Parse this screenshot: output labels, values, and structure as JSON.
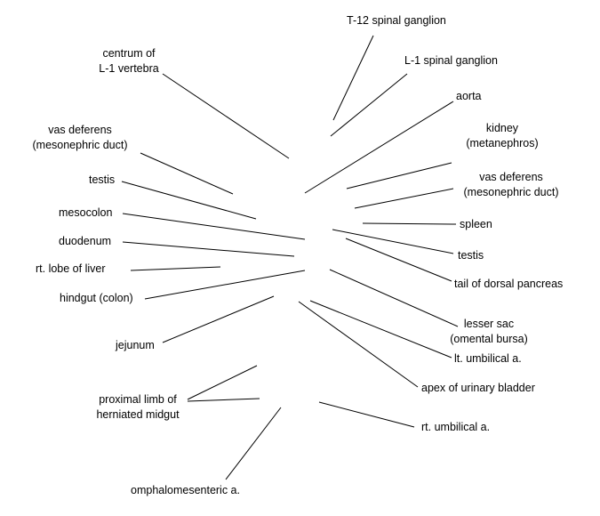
{
  "diagram": {
    "labels": {
      "t12_spinal_ganglion": "T-12 spinal ganglion",
      "l1_spinal_ganglion": "L-1 spinal ganglion",
      "centrum_line1": "centrum of",
      "centrum_line2": "L-1 vertebra",
      "aorta": "aorta",
      "kidney_line1": "kidney",
      "kidney_line2": "(metanephros)",
      "vas_left_line1": "vas deferens",
      "vas_left_line2": "(mesonephric duct)",
      "vas_right_line1": "vas deferens",
      "vas_right_line2": "(mesonephric duct)",
      "testis_left": "testis",
      "testis_right": "testis",
      "mesocolon": "mesocolon",
      "spleen": "spleen",
      "duodenum": "duodenum",
      "rt_lobe_liver": "rt. lobe of liver",
      "tail_dorsal_pancreas": "tail of dorsal pancreas",
      "hindgut": "hindgut (colon)",
      "lesser_sac_line1": "lesser sac",
      "lesser_sac_line2": "(omental bursa)",
      "jejunum": "jejunum",
      "lt_umbilical": "lt. umbilical a.",
      "apex_bladder": "apex of urinary bladder",
      "proximal_limb_line1": "proximal limb of",
      "proximal_limb_line2": "herniated midgut",
      "rt_umbilical": "rt. umbilical a.",
      "omphalomesenteric": "omphalomesenteric a."
    }
  }
}
